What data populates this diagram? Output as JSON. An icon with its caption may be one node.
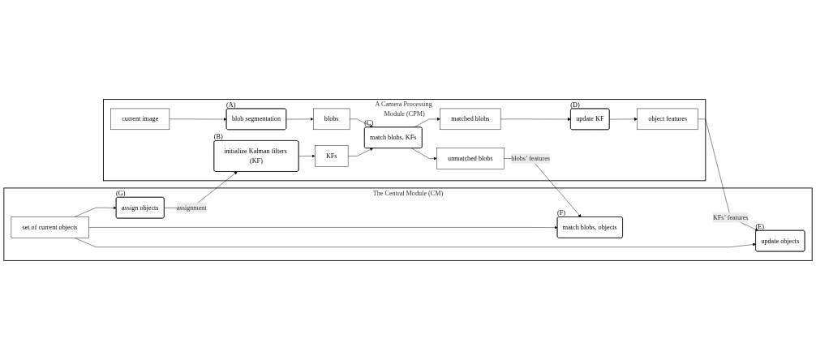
{
  "diagram": {
    "nodes": [
      {
        "text": [
          "A Camera Processing Module (CPM)"
        ]
      },
      {
        "text": [
          "current image"
        ],
        "in": 0
      },
      {
        "text": [
          "blob segmentation"
        ],
        "beside": [
          "(A)"
        ],
        "in": 0
      },
      {
        "text": [
          "initialize Kalman filters (KF)"
        ],
        "beside": [
          "(B)"
        ],
        "in": 0
      },
      {
        "text": [
          "blobs"
        ],
        "in": 0
      },
      {
        "text": [
          "KFs"
        ],
        "in": 0
      },
      {
        "text": [
          "match blobs, KFs"
        ],
        "beside": [
          "(C)"
        ],
        "in": 0
      },
      {
        "text": [
          "matched blobs"
        ],
        "in": 0
      },
      {
        "text": [
          "unmatched blobs"
        ],
        "in": 0
      },
      {
        "text": [
          "update KF"
        ],
        "beside": [
          "(D)"
        ],
        "in": 0
      },
      {
        "text": [
          "object features"
        ],
        "in": 0
      },
      {
        "text": [
          "The Central Module (CM)"
        ]
      },
      {
        "text": [
          "set of current objects"
        ],
        "in": 11
      },
      {
        "text": [
          "update objects"
        ],
        "beside": [
          "(E)"
        ],
        "in": 11
      },
      {
        "text": [
          "match blobs, objects"
        ],
        "beside": [
          "(F)"
        ],
        "in": 11
      },
      {
        "text": [
          "assign objects"
        ],
        "beside": [
          "(G)"
        ],
        "in": 11
      }
    ],
    "edges": [
      {
        "from": 1,
        "to": 2,
        "arrow": "to"
      },
      {
        "from": 2,
        "to": 4,
        "arrow": "to"
      },
      {
        "from": 3,
        "to": 5,
        "arrow": "to"
      },
      {
        "from": 4,
        "to": 6,
        "arrow": "to"
      },
      {
        "from": 5,
        "to": 6,
        "arrow": "to"
      },
      {
        "from": 6,
        "to": 7,
        "arrow": "to"
      },
      {
        "from": 6,
        "to": 8,
        "arrow": "to"
      },
      {
        "from": 7,
        "to": 9,
        "arrow": "to"
      },
      {
        "from": 9,
        "to": 10,
        "arrow": "to"
      },
      {
        "from": 15,
        "to": 3,
        "label": "assignment",
        "arrow": "to"
      },
      {
        "from": 10,
        "to": 13,
        "label": "KFs’ features",
        "arrow": "to"
      },
      {
        "from": 8,
        "to": 14,
        "label": "blobs’ features",
        "arrow": "to"
      },
      {
        "from": 12,
        "to": 13,
        "arrow": "to"
      },
      {
        "from": 12,
        "to": 14,
        "arrow": "to"
      },
      {
        "from": 12,
        "to": 15,
        "arrow": "to"
      }
    ]
  }
}
